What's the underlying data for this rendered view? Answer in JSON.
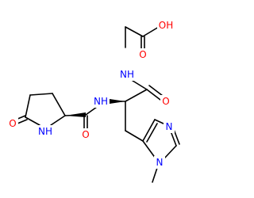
{
  "molecule": {
    "colors": {
      "bond": "#000000",
      "oxygen": "#ff0000",
      "nitrogen": "#0000ff",
      "background": "#ffffff"
    },
    "atom_labels": {
      "carboxyl_oh": "OH",
      "carboxyl_o": "O",
      "glycine_nh": "NH",
      "amide_o_right": "O",
      "alpha_nh": "NH",
      "amide_o_left": "O",
      "ring_nh": "NH",
      "lactam_o": "O",
      "imidazole_n_top": "N",
      "imidazole_n_methyl": "N"
    }
  }
}
